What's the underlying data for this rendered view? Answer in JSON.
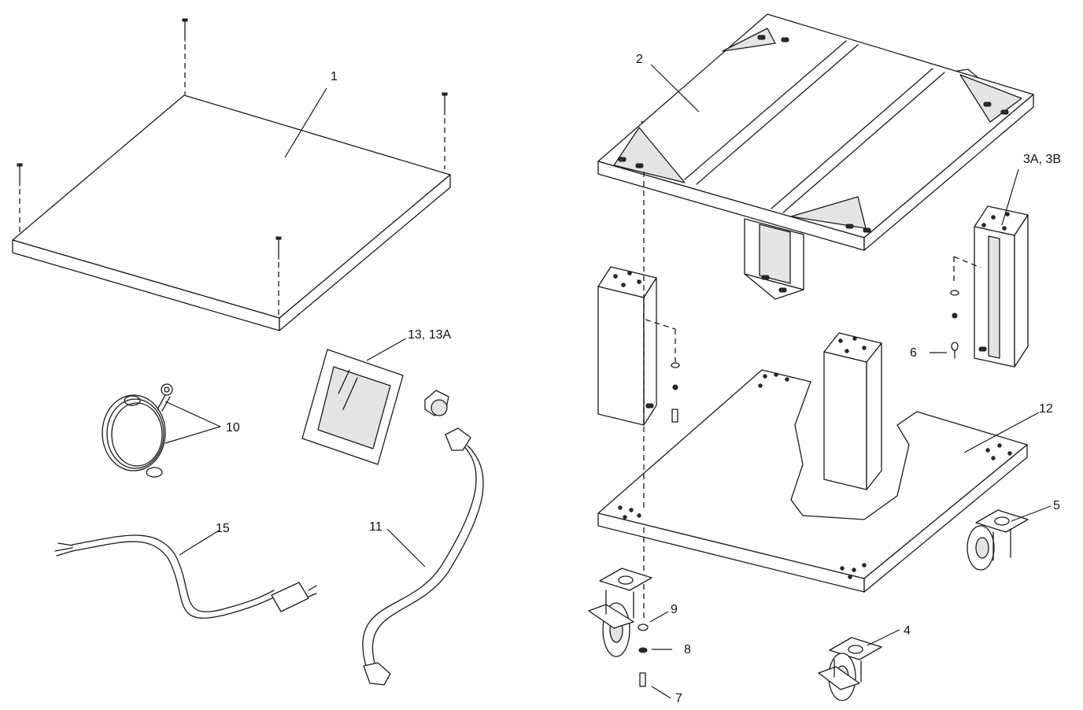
{
  "labels": {
    "l1": "1",
    "l2": "2",
    "l3": "3A, 3B",
    "l4": "4",
    "l5": "5",
    "l6": "6",
    "l7": "7",
    "l8": "8",
    "l9": "9",
    "l10": "10",
    "l11": "11",
    "l12": "12",
    "l13": "13, 13A",
    "l15": "15"
  },
  "colors": {
    "line": "#1a1a1a",
    "background": "#ffffff"
  }
}
